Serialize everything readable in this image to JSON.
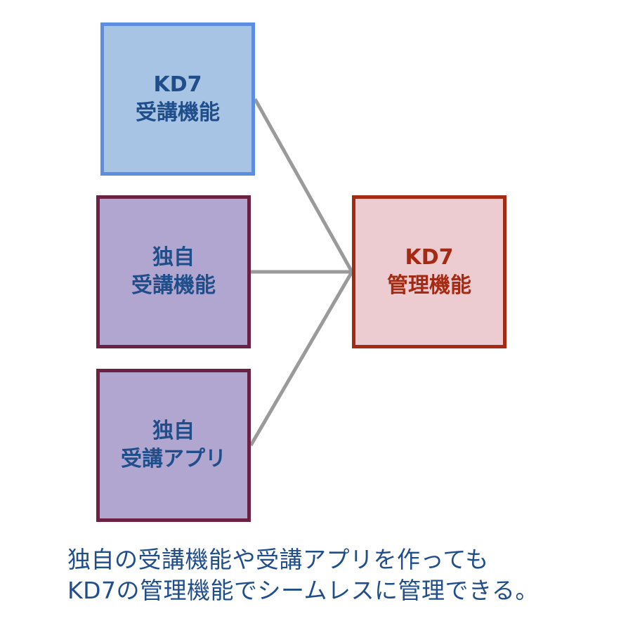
{
  "nodes": {
    "kd7_learning": {
      "line1": "KD7",
      "line2": "受講機能"
    },
    "own_learning": {
      "line1": "独自",
      "line2": "受講機能"
    },
    "own_app": {
      "line1": "独自",
      "line2": "受講アプリ"
    },
    "kd7_admin": {
      "line1": "KD7",
      "line2": "管理機能"
    }
  },
  "caption": {
    "line1": "独自の受講機能や受講アプリを作っても",
    "line2": "KD7の管理機能でシームレスに管理できる。"
  },
  "colors": {
    "text_blue": "#1f4e8a",
    "admin_red": "#a52a14",
    "connector_gray": "#9a9a9a"
  }
}
